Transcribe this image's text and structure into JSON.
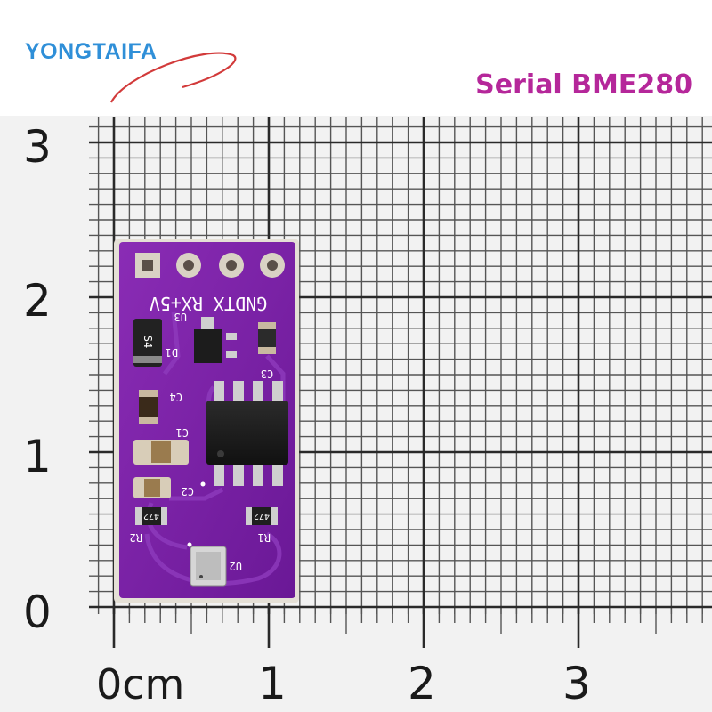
{
  "brand": {
    "name": "YONGTAIFA"
  },
  "product": {
    "title": "Serial BME280"
  },
  "ruler": {
    "vertical_labels": [
      "3",
      "2",
      "1",
      "0"
    ],
    "horizontal_labels": [
      "0cm",
      "1",
      "2",
      "3"
    ]
  },
  "pcb": {
    "pin_labels": "GNDTX RX+5V",
    "refs": {
      "u3": "U3",
      "d1": "D1",
      "c3": "C3",
      "c4": "C4",
      "c1": "C1",
      "c2": "C2",
      "r1": "R1",
      "r2": "R2",
      "u2": "U2",
      "r2_value": "472",
      "r1_value": "472",
      "diode_mark": "S4"
    },
    "colors": {
      "board": "#7a1fa6",
      "pad": "#d9d2c4",
      "grid": "#444444"
    }
  }
}
